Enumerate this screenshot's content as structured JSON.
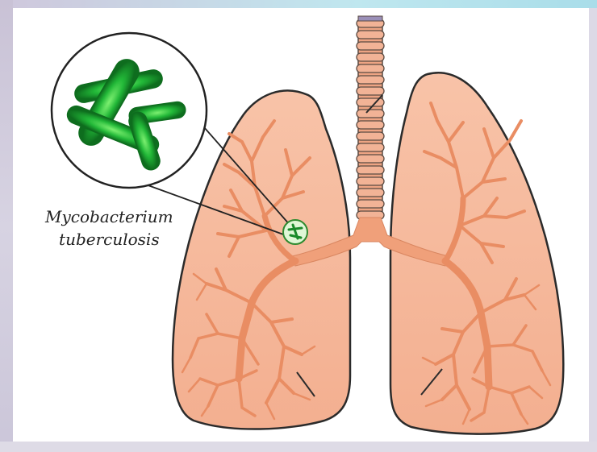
{
  "label": {
    "line1": "Mycobacterium",
    "line2": "tuberculosis"
  },
  "colors": {
    "lung_fill": "#f6b89c",
    "lung_outline": "#2b2b2b",
    "bronchi_fill": "#f0a07a",
    "trachea_ring": "#eea483",
    "bacteria": "#22b838",
    "bacteria_dark": "#0e6d1e"
  },
  "icons": [
    "magnifier-circle",
    "bacteria-cluster",
    "infection-spot"
  ]
}
